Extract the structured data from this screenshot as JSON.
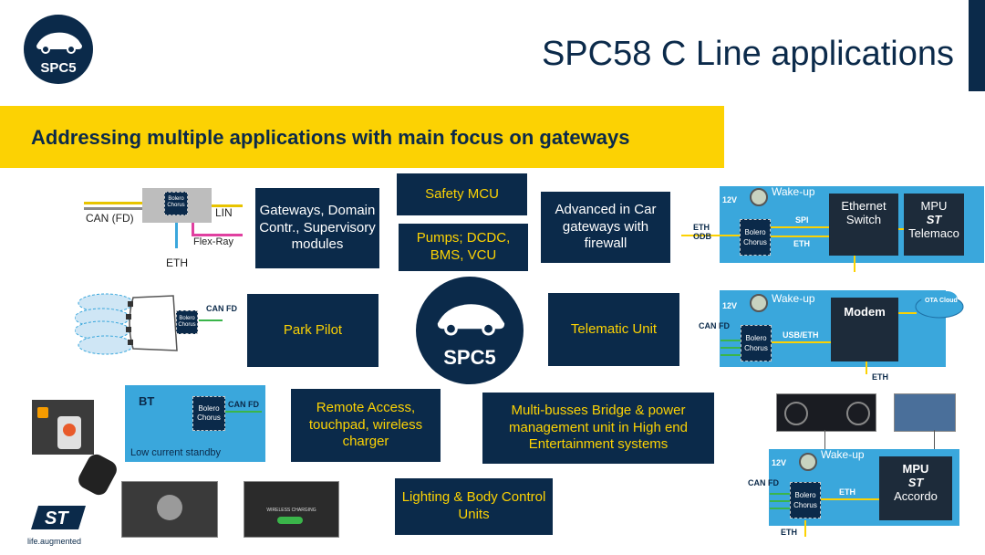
{
  "header": {
    "title": "SPC58 C Line applications",
    "logo_text": "SPC5"
  },
  "banner": {
    "text": "Addressing multiple applications with main focus on gateways"
  },
  "boxes": {
    "gateways": "Gateways, Domain Contr., Supervisory modules",
    "safety": "Safety MCU",
    "pumps": "Pumps; DCDC, BMS, VCU",
    "advanced": "Advanced in Car gateways with firewall",
    "park": "Park Pilot",
    "telematic": "Telematic Unit",
    "remote": "Remote Access, touchpad, wireless charger",
    "multibus": "Multi-busses Bridge & power management unit in High end Entertainment systems",
    "lighting": "Lighting & Body Control Units"
  },
  "center_logo": {
    "text": "SPC5"
  },
  "diagram_gateway": {
    "can": "CAN (FD)",
    "lin": "LIN",
    "flexray": "Flex-Ray",
    "eth": "ETH",
    "chip": "Bolero Chorus"
  },
  "diagram_park": {
    "canfd": "CAN FD",
    "chip": "Bolero Chorus"
  },
  "diagram_bt": {
    "bt": "BT",
    "canfd": "CAN FD",
    "chip": "Bolero Chorus",
    "standby": "Low current standby"
  },
  "panel_eth": {
    "v12": "12V",
    "wake": "Wake-up",
    "eth_odb": "ETH ODB",
    "chip": "Bolero Chorus",
    "spi": "SPI",
    "eth": "ETH",
    "switch": "Ethernet Switch",
    "mpu": "MPU",
    "telemaco": "Telemaco"
  },
  "panel_modem": {
    "v12": "12V",
    "wake": "Wake-up",
    "canfd": "CAN FD",
    "chip": "Bolero Chorus",
    "usbeth": "USB/ETH",
    "modem": "Modem",
    "cloud": "OTA Cloud",
    "eth": "ETH"
  },
  "panel_accordo": {
    "v12": "12V",
    "wake": "Wake-up",
    "canfd": "CAN FD",
    "chip": "Bolero Chorus",
    "eth": "ETH",
    "mpu": "MPU",
    "accordo": "Accordo",
    "eth_bottom": "ETH"
  },
  "footer": {
    "st_tagline": "life.augmented",
    "wireless_label": "WIRELESS CHARGING"
  },
  "colors": {
    "navy": "#0b2a4a",
    "yellow": "#fcd203",
    "cyan": "#3aa7dc"
  }
}
